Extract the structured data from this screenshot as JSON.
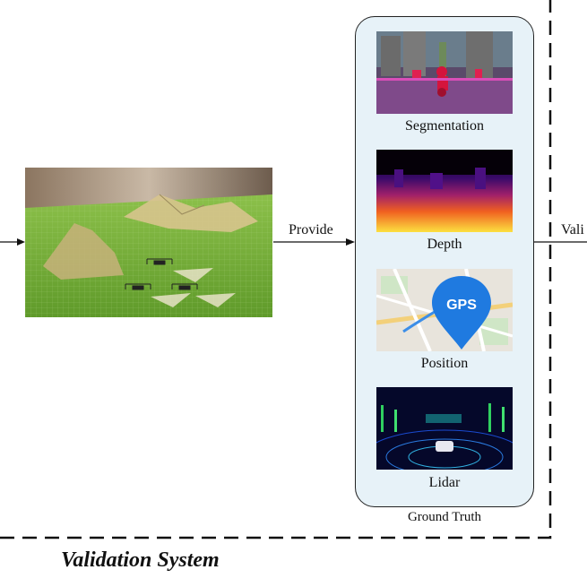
{
  "labels": {
    "provide": "Provide",
    "validate_partial": "Vali",
    "system_title": "Validation System",
    "ground_truth": "Ground Truth"
  },
  "ground_truth_items": [
    {
      "label": "Segmentation",
      "icon": "segmentation-image"
    },
    {
      "label": "Depth",
      "icon": "depth-map-image"
    },
    {
      "label": "Position",
      "icon": "gps-map-image"
    },
    {
      "label": "Lidar",
      "icon": "lidar-pointcloud-image"
    }
  ],
  "gps_badge": "GPS",
  "colors": {
    "panel_fill": "#e7f2f8",
    "line": "#111111",
    "terrain": "#7bb33a"
  }
}
